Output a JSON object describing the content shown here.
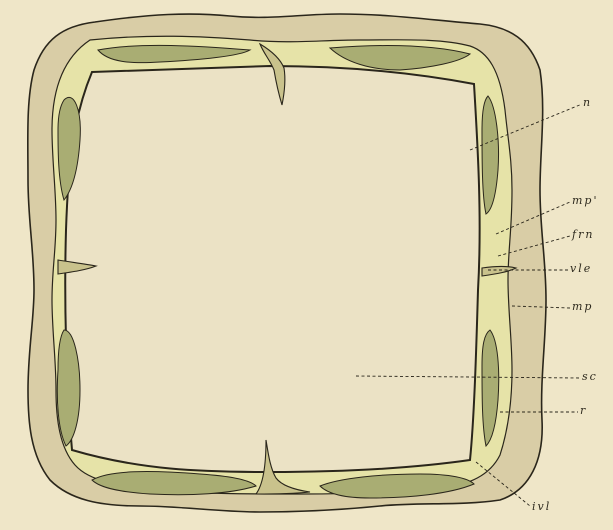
{
  "figure": {
    "colors": {
      "background": "#efe6c8",
      "outer_layer": "#d9cda6",
      "inner_cavity": "#ebe2c5",
      "yellow_tissue": "#e6e3a8",
      "dark_muscle": "#a9ad73",
      "outline": "#2a261b"
    },
    "labels": [
      {
        "id": "n",
        "text": "n"
      },
      {
        "id": "mp1",
        "text": "mp'"
      },
      {
        "id": "frn",
        "text": "frn"
      },
      {
        "id": "vle",
        "text": "vle"
      },
      {
        "id": "mp",
        "text": "mp"
      },
      {
        "id": "sc",
        "text": "sc"
      },
      {
        "id": "r",
        "text": "r"
      },
      {
        "id": "ivl",
        "text": "ivl"
      }
    ]
  }
}
